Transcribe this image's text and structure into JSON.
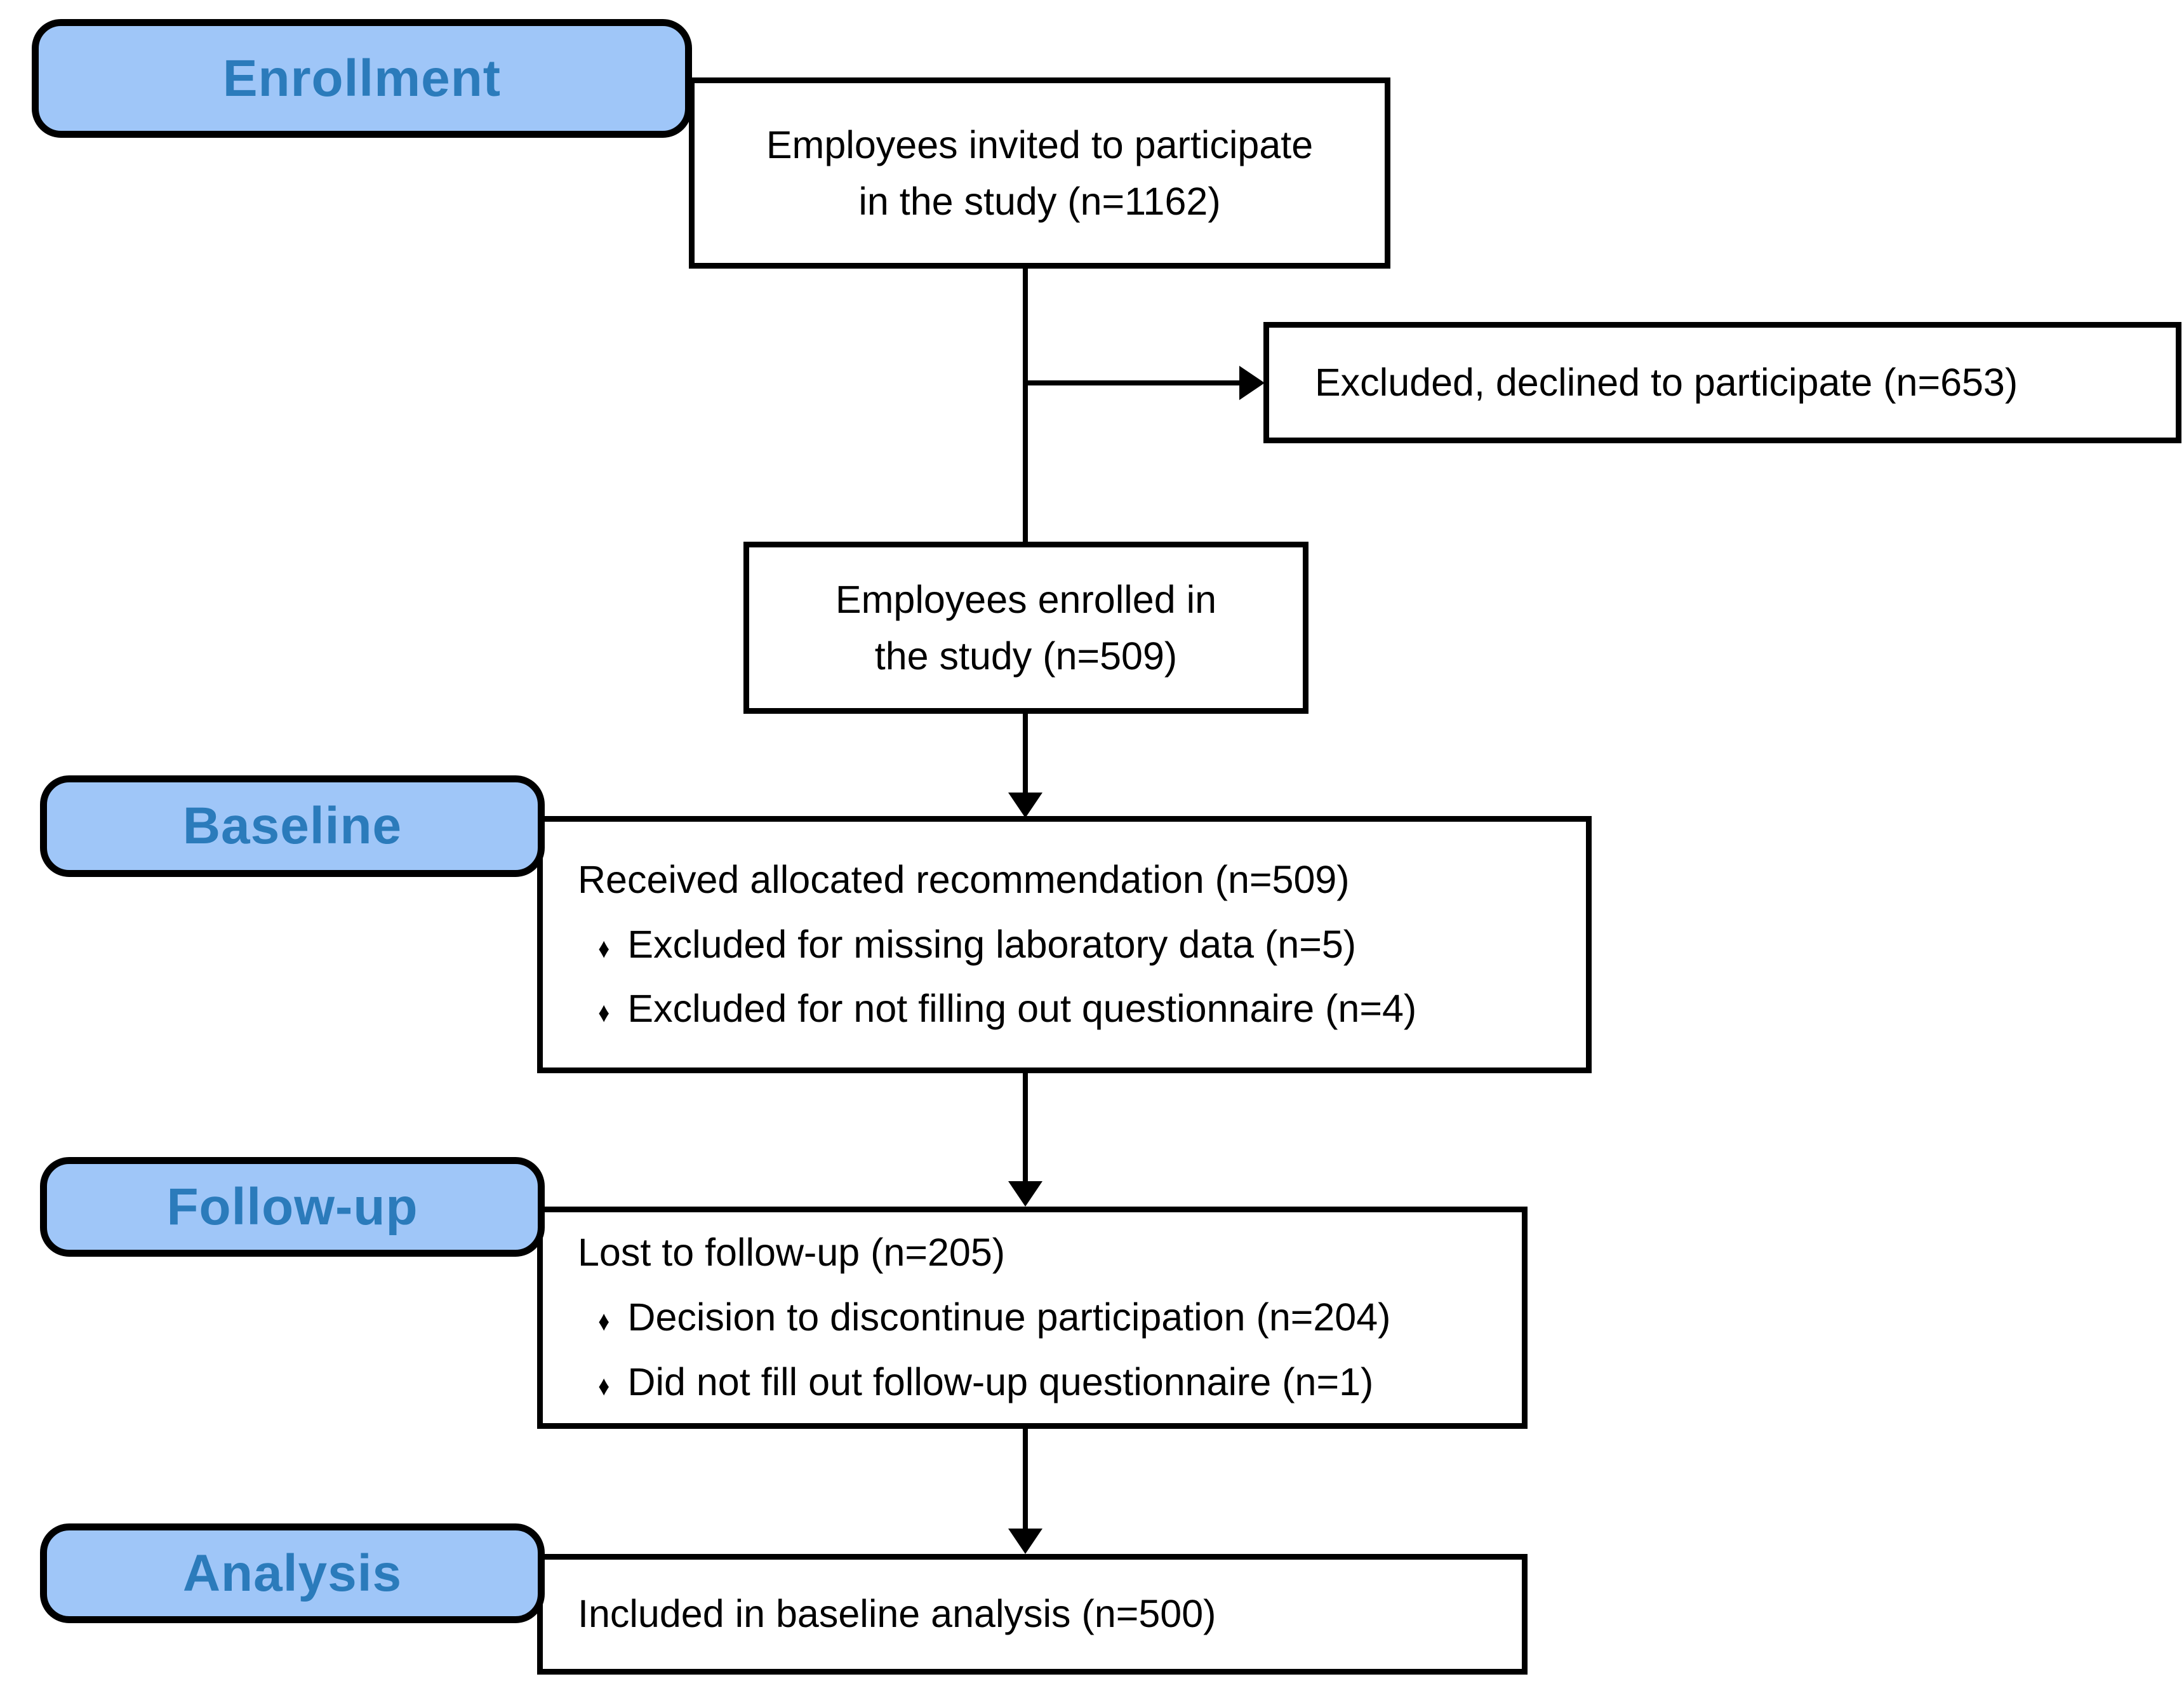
{
  "diagram": {
    "type": "consort-flow",
    "colors": {
      "stage_fill": "#9FC6F8",
      "stage_text": "#2B7BBB",
      "node_border": "#000000",
      "node_fill": "#FFFFFF",
      "connector": "#000000"
    },
    "glyphs": {
      "bullet": "♦"
    },
    "stages": [
      {
        "label": "Enrollment"
      },
      {
        "label": "Baseline"
      },
      {
        "label": "Follow-up"
      },
      {
        "label": "Analysis"
      }
    ],
    "nodes": {
      "invited": {
        "lines": [
          "Employees invited to participate",
          "in the study (n=1162)"
        ]
      },
      "excluded": {
        "text": "Excluded, declined to participate (n=653)"
      },
      "enrolled": {
        "lines": [
          "Employees enrolled in",
          "the study (n=509)"
        ]
      },
      "baseline": {
        "heading": "Received allocated recommendation (n=509)",
        "bullets": [
          "Excluded for missing laboratory data (n=5)",
          "Excluded for not filling out questionnaire (n=4)"
        ]
      },
      "followup": {
        "heading": "Lost to follow-up (n=205)",
        "bullets": [
          "Decision to discontinue participation (n=204)",
          "Did not fill out follow-up questionnaire (n=1)"
        ]
      },
      "analysis": {
        "heading": "Included in baseline analysis (n=500)"
      }
    }
  }
}
